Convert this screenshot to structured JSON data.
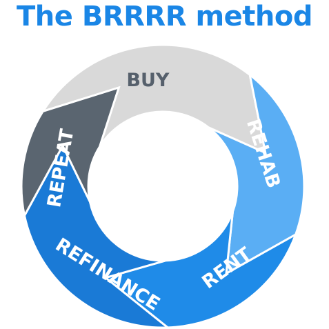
{
  "title": "The BRRRR method",
  "colors": {
    "title": "#1a86e6",
    "label_light": "#ffffff",
    "label_dark": "#56606c"
  },
  "steps": [
    {
      "label": "BUY",
      "color": "#d9d9d9"
    },
    {
      "label": "REHAB",
      "color": "#5aaef4"
    },
    {
      "label": "RENT",
      "color": "#1f8be8"
    },
    {
      "label": "REFINANCE",
      "color": "#1a7ad6"
    },
    {
      "label": "REPEAT",
      "color": "#5a6570"
    }
  ]
}
